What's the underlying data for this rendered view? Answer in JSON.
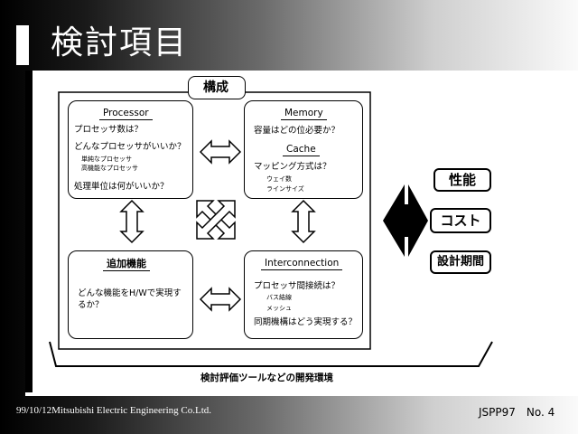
{
  "slide_title": "検討項目",
  "header_label": "構成",
  "processor": {
    "title": "Processor",
    "q1": "プロセッサ数は？",
    "q2": "どんなプロセッサがいいか？",
    "opt1": "単純なプロセッサ",
    "opt2": "高機能なプロセッサ",
    "q3": "処理単位は何がいいか？"
  },
  "memory": {
    "title": "Memory",
    "q1": "容量はどの位必要か？",
    "cache_title": "Cache",
    "q2": "マッピング方式は？",
    "opt1": "ウェイ数",
    "opt2": "ラインサイズ"
  },
  "additional": {
    "title": "追加機能",
    "q1": "どんな機能をH/Wで実現す",
    "q2": "るか？"
  },
  "interconnection": {
    "title": "Interconnection",
    "q1": "プロセッサ間接続は？",
    "opt1": "バス結線",
    "opt2": "メッシュ",
    "q2": "同期機構はどう実現する？"
  },
  "criteria": [
    "性能",
    "コスト",
    "設計期間"
  ],
  "bottom_label": "検討評価ツールなどの開発環境",
  "footer": {
    "left": "99/10/12Mitsubishi Electric Engineering Co.Ltd.",
    "right": "JSPP97　No. 4"
  }
}
